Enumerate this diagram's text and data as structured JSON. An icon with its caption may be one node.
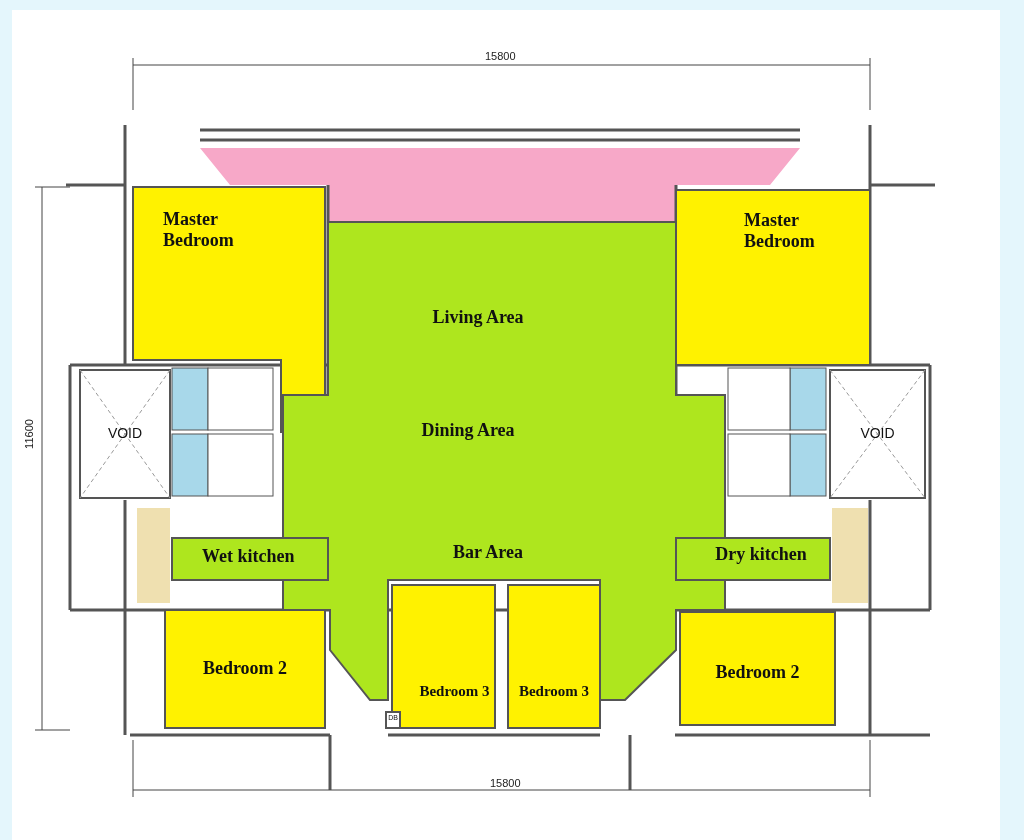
{
  "diagram": {
    "nodes": [
      {
        "text": [
          "Master Bedroom"
        ]
      },
      {
        "text": [
          "Master Bedroom"
        ]
      },
      {
        "text": [
          "Living Area",
          "Dining Area",
          "Bar Area"
        ]
      },
      {
        "text": [
          "VOID"
        ]
      },
      {
        "text": [
          "VOID"
        ]
      },
      {
        "text": [
          "Wet kitchen"
        ]
      },
      {
        "text": [
          "Dry kitchen"
        ]
      },
      {
        "text": [
          "Bedroom 2"
        ]
      },
      {
        "text": [
          "Bedroom 3"
        ]
      },
      {
        "text": [
          "DB"
        ]
      },
      {
        "text": [
          "Bedroom 3"
        ]
      },
      {
        "text": [
          "Bedroom 2"
        ]
      }
    ],
    "edges": [],
    "labels": [
      "15800",
      "11600",
      "15800"
    ]
  }
}
